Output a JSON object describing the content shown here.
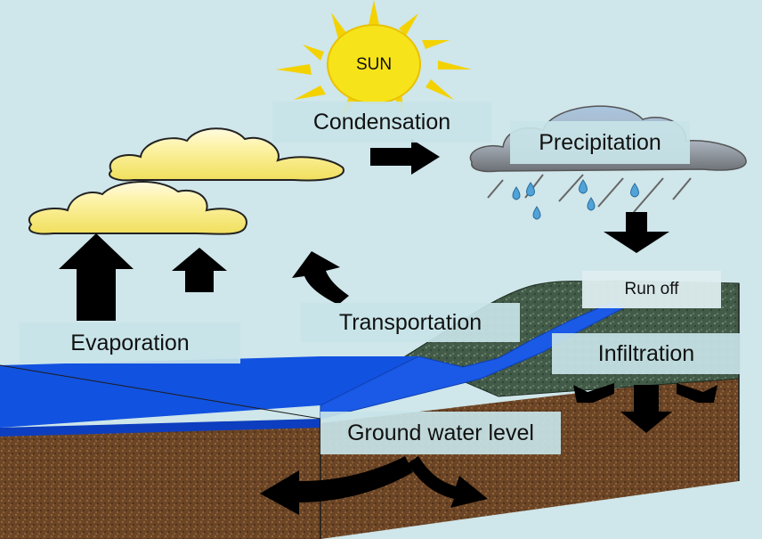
{
  "labels": {
    "sun": "SUN",
    "condensation": "Condensation",
    "precipitation": "Precipitation",
    "evaporation": "Evaporation",
    "transportation": "Transportation",
    "run_off": "Run off",
    "infiltration": "Infiltration",
    "ground_water": "Ground water level"
  },
  "colors": {
    "sky": "#cfe6ea",
    "sun": "#f7e21a",
    "sun_rays": "#f2cf00",
    "cloud_white": "#fdf6b0",
    "cloud_yellow": "#f3e46a",
    "rain_cloud": "#9fb6cf",
    "rain_cloud_dark": "#777b80",
    "rain_drop": "#4fa3d8",
    "water": "#1452e0",
    "soil": "#6a4425",
    "hill": "#3e5a45",
    "arrow": "#000000",
    "label_bg": "#c8e4e8"
  }
}
